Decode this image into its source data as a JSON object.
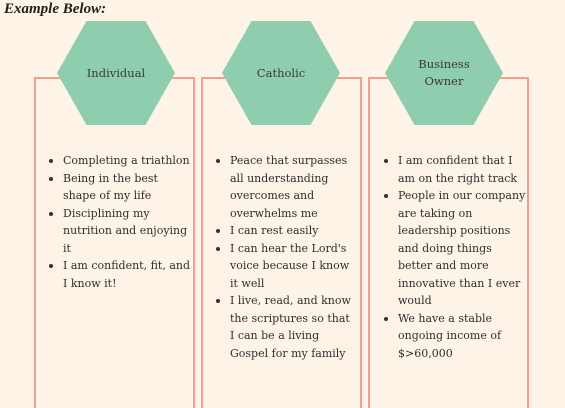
{
  "header": {
    "title": "Example Below:"
  },
  "columns": [
    {
      "heading": "Individual",
      "items": [
        "Completing a triathlon",
        "Being in the best shape of my life",
        "Disciplining my nutrition and enjoying it",
        "I am confident, fit, and I know it!"
      ]
    },
    {
      "heading": "Catholic",
      "items": [
        "Peace that surpasses all understanding overcomes and overwhelms me",
        "I can rest easily",
        "I can hear the Lord's voice because I know it well",
        "I live, read, and know the scriptures so that I can be a living Gospel for my family"
      ]
    },
    {
      "heading": "Business Owner",
      "items": [
        "I am confident that I am on the right track",
        "People in our company are taking on leadership positions and doing things better and more innovative than I ever would",
        "We have a stable ongoing income of $>60,000"
      ]
    }
  ],
  "colors": {
    "border": "#f0a08a",
    "hexagon": "#8fcdaf",
    "background": "#fdf3e6"
  }
}
